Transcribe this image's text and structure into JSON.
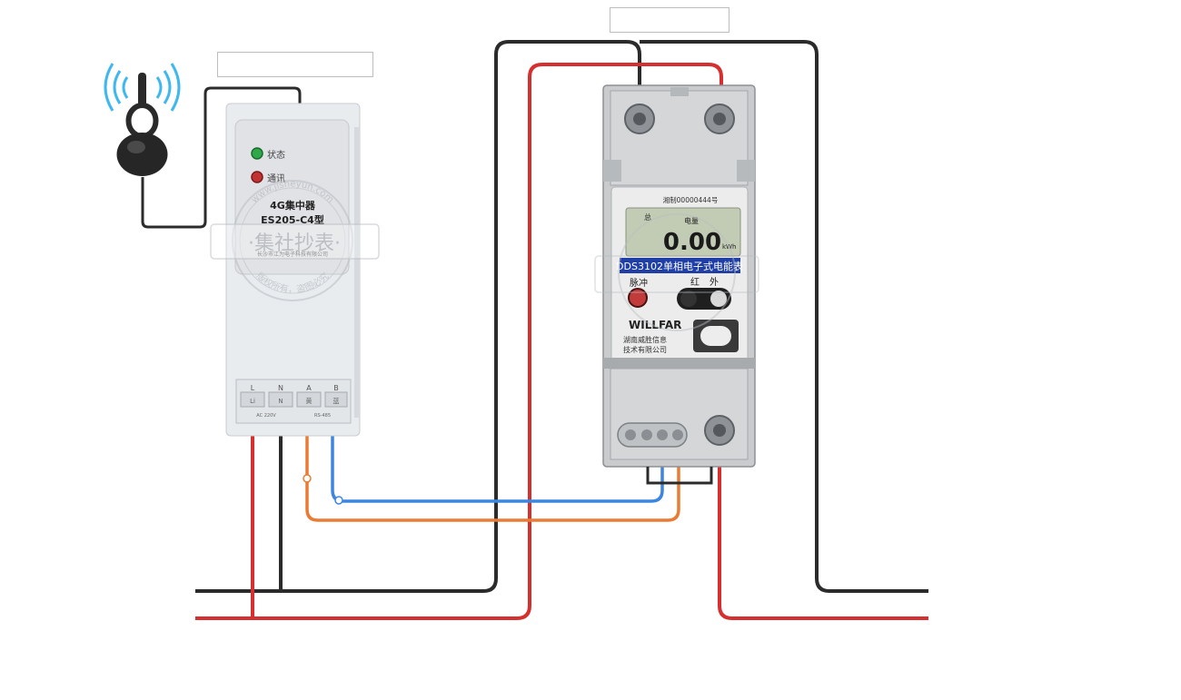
{
  "collector": {
    "led_status": "状态",
    "led_comm": "通讯",
    "name": "4G集中器",
    "model": "ES205-C4型",
    "maker": "长沙市江为电子科技有限公司",
    "terminals": [
      "L",
      "N",
      "A",
      "B"
    ],
    "terminal_marks": [
      "Li",
      "N",
      "黄",
      "蓝"
    ],
    "foot_left": "AC 220V",
    "foot_right": "RS-485"
  },
  "meter": {
    "cert": "湘制00000444号",
    "lcd_total": "总",
    "lcd_label": "电量",
    "lcd_value": "0.00",
    "lcd_unit": "kWh",
    "model_band": "DDS3102单相电子式电能表",
    "pulse": "脉冲",
    "ir_red": "红",
    "ir_out": "外",
    "brand": "WILLFAR",
    "maker_line1": "湖南威胜信息",
    "maker_line2": "技术有限公司"
  },
  "watermark": {
    "ring_text": "www.jisheyun.com",
    "band_text": "·集社抄表·",
    "bottom_text": "版权所有，盗图必究"
  },
  "colors": {
    "wire_black": "#2b2b2b",
    "wire_red": "#d62f2f",
    "wire_blue": "#3d86e0",
    "wire_orange": "#ea7b35",
    "signal": "#3fb8ee",
    "lcd": "#c2ccb4",
    "model_band": "#1f3fa6"
  }
}
